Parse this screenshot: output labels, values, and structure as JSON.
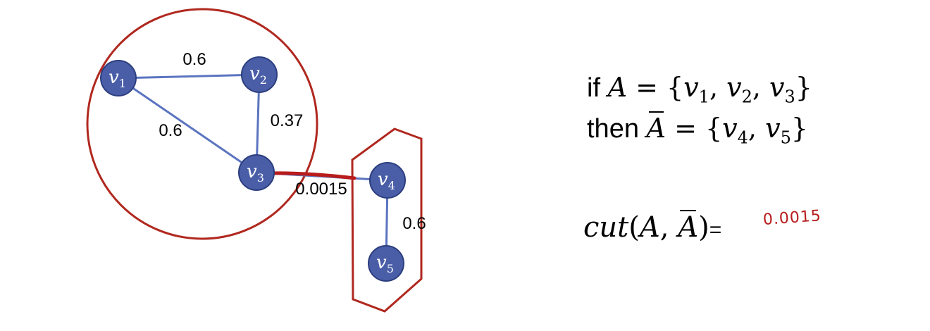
{
  "nodes": [
    {
      "id": "v1",
      "symbol": "v",
      "sub": "1"
    },
    {
      "id": "v2",
      "symbol": "v",
      "sub": "2"
    },
    {
      "id": "v3",
      "symbol": "v",
      "sub": "3"
    },
    {
      "id": "v4",
      "symbol": "v",
      "sub": "4"
    },
    {
      "id": "v5",
      "symbol": "v",
      "sub": "5"
    }
  ],
  "edges": [
    {
      "from": "v1",
      "to": "v2",
      "weight": "0.6"
    },
    {
      "from": "v2",
      "to": "v3",
      "weight": "0.37"
    },
    {
      "from": "v1",
      "to": "v3",
      "weight": "0.6"
    },
    {
      "from": "v3",
      "to": "v4",
      "weight": "0.0015"
    },
    {
      "from": "v4",
      "to": "v5",
      "weight": "0.6"
    }
  ],
  "colors": {
    "node_fill": "#4a5ea8",
    "node_stroke": "#2c3e7e",
    "edge": "#5b74c0",
    "partition": "#b0281f",
    "cut_edge": "#b81c1c"
  },
  "equations": {
    "line1": {
      "prefix": "if ",
      "lhs": "A",
      "eq": " = {",
      "items": [
        {
          "v": "v",
          "s": "1"
        },
        {
          "v": "v",
          "s": "2"
        },
        {
          "v": "v",
          "s": "3"
        }
      ],
      "close": "}"
    },
    "line2": {
      "prefix": "then ",
      "lhs": "A",
      "eq": " = {",
      "items": [
        {
          "v": "v",
          "s": "4"
        },
        {
          "v": "v",
          "s": "5"
        }
      ],
      "close": "}"
    },
    "line3": {
      "fn": "cut",
      "open": "(",
      "a": "A",
      "comma": ", ",
      "b": "A",
      "close": ")",
      "tail": "="
    }
  },
  "cut_value": "0.0015"
}
